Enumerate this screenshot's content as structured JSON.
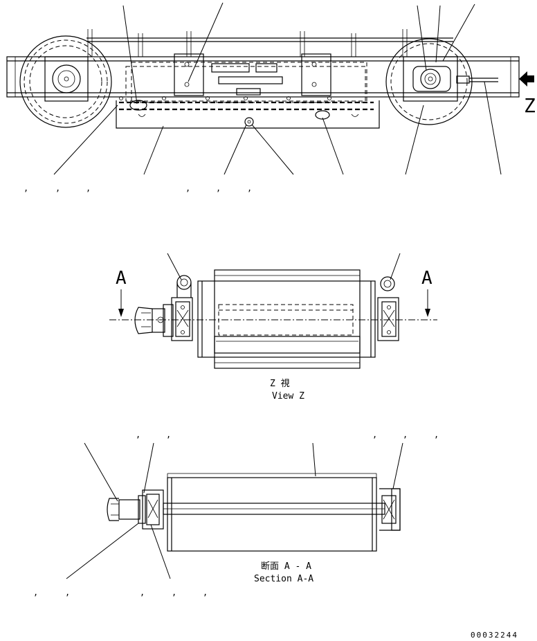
{
  "drawing": {
    "arrow_view_label": "Z",
    "section_mark_left": "A",
    "section_mark_right": "A",
    "view_z_title_jp": "Z 視",
    "view_z_title_en": "View Z",
    "section_title_jp": "断面 A - A",
    "section_title_en": "Section A-A",
    "drawing_number": "00032244",
    "comma": ","
  }
}
